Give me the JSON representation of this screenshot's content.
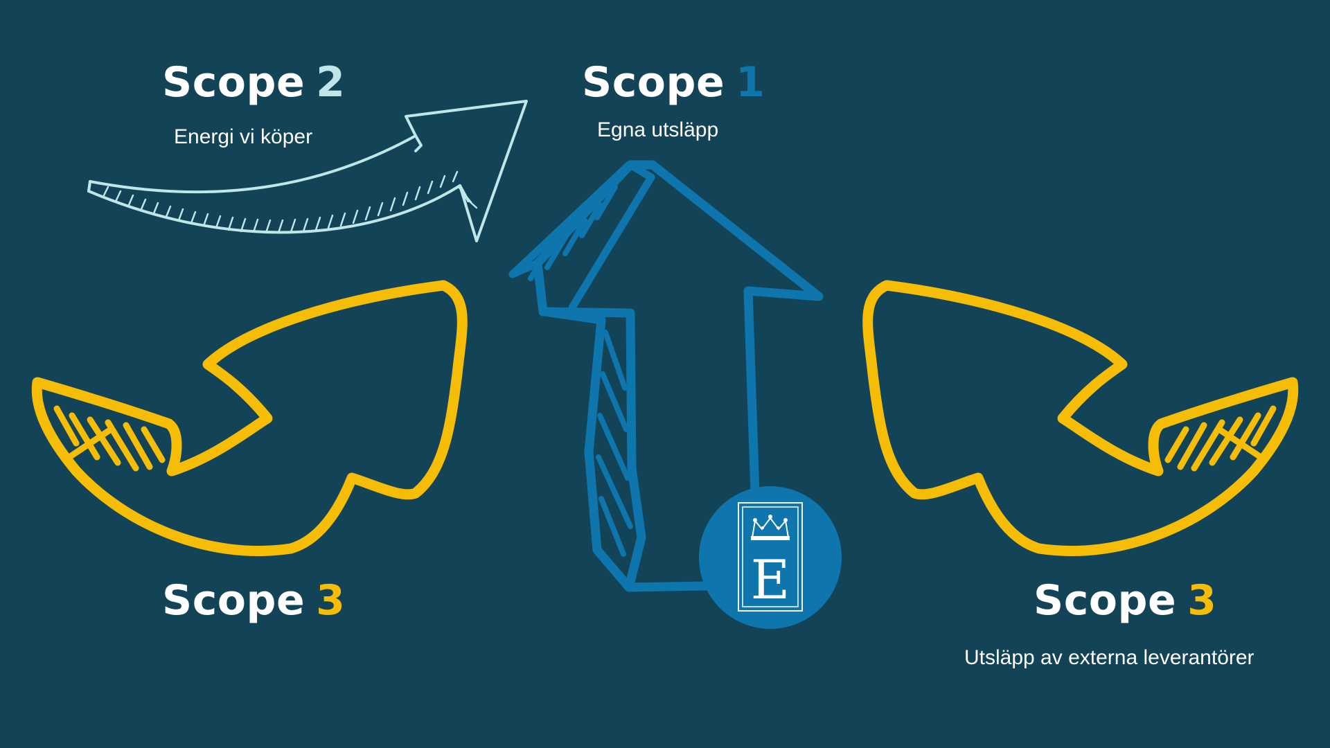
{
  "colors": {
    "background": "#124357",
    "scope1": "#0f75ad",
    "scope2": "#bfe6e8",
    "scope3": "#f6bd06",
    "text": "#ffffff",
    "logo_circle": "#0f75ad"
  },
  "scope2": {
    "word": "Scope",
    "number": "2",
    "description": "Energi vi köper"
  },
  "scope1": {
    "word": "Scope",
    "number": "1",
    "description": "Egna utsläpp"
  },
  "scope3_left": {
    "word": "Scope",
    "number": "3"
  },
  "scope3_right": {
    "word": "Scope",
    "number": "3",
    "description": "Utsläpp av externa leverantörer"
  },
  "logo": {
    "letter": "E",
    "icon": "crown-icon"
  }
}
